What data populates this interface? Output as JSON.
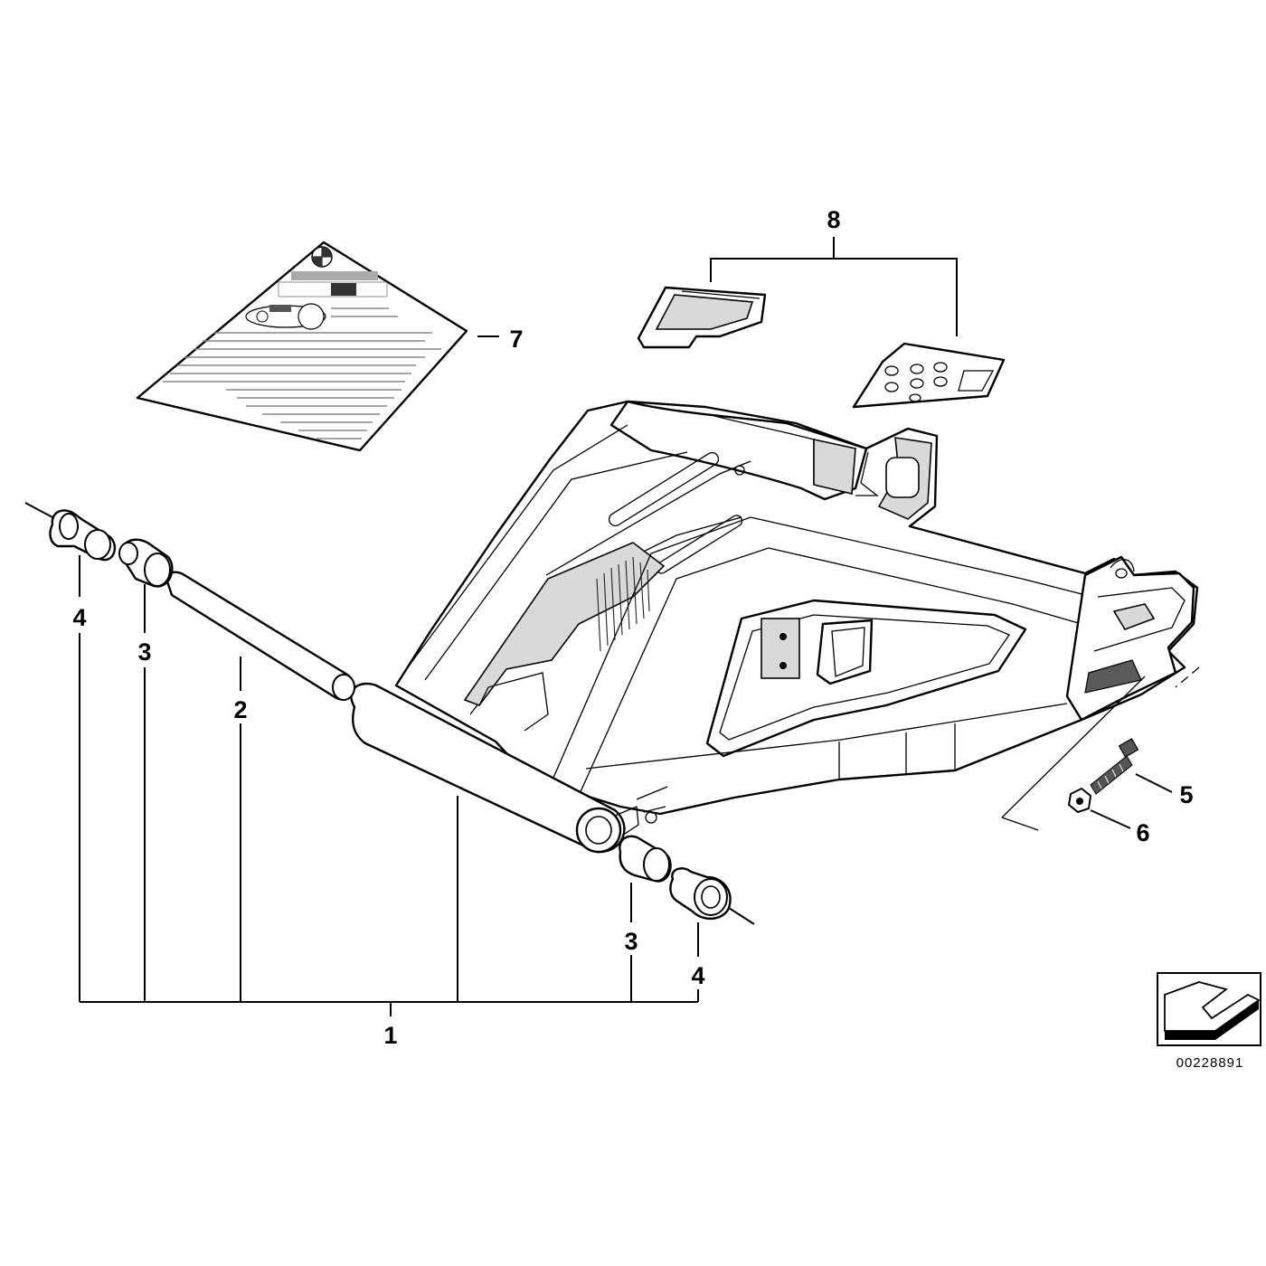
{
  "callouts": {
    "c1": "1",
    "c2": "2",
    "c3_left": "3",
    "c3_right": "3",
    "c4_left": "4",
    "c4_right": "4",
    "c5": "5",
    "c6": "6",
    "c7": "7",
    "c8": "8"
  },
  "diagram_ref": "00228891",
  "colors": {
    "line": "#000000",
    "background": "#ffffff",
    "shade": "#d9d9d9"
  }
}
